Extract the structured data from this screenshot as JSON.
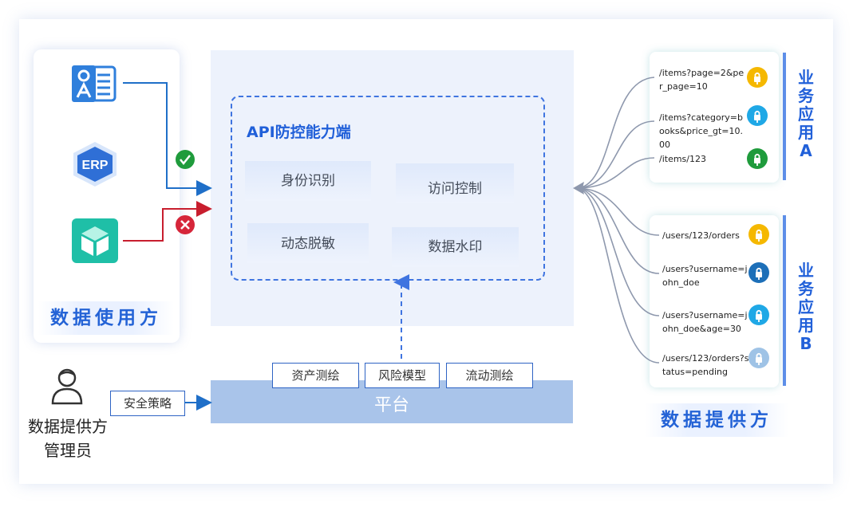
{
  "consumer": {
    "label": "数据使用方",
    "apps": [
      "OA",
      "ERP",
      "cube-app"
    ]
  },
  "center": {
    "title": "API防控能力端",
    "capabilities": [
      "身份识别",
      "访问控制",
      "动态脱敏",
      "数据水印"
    ]
  },
  "platform": {
    "label": "平台",
    "tags": [
      "资产测绘",
      "风险模型",
      "流动测绘"
    ]
  },
  "admin": {
    "policy": "安全策略",
    "label_line1": "数据提供方",
    "label_line2": "管理员"
  },
  "provider": {
    "label": "数据提供方",
    "app_a": {
      "title_chars": [
        "业",
        "务",
        "应",
        "用",
        "A"
      ],
      "endpoints": [
        {
          "text": "/items?page=2&per_page=10",
          "color": "#f5b800"
        },
        {
          "text": "/items?category=books&price_gt=10.00",
          "color": "#1fa8e6"
        },
        {
          "text": "/items/123",
          "color": "#1f9b3c"
        }
      ]
    },
    "app_b": {
      "title_chars": [
        "业",
        "务",
        "应",
        "用",
        "B"
      ],
      "endpoints": [
        {
          "text": "/users/123/orders",
          "color": "#f5b800"
        },
        {
          "text": "/users?username=john_doe",
          "color": "#1d6fb8"
        },
        {
          "text": "/users?username=john_doe&age=30",
          "color": "#1fa8e6"
        },
        {
          "text": "/users/123/orders?status=pending",
          "color": "#9fc3e6"
        }
      ]
    }
  },
  "colors": {
    "allow": "#1f9b3c",
    "deny": "#d6263a",
    "accent": "#2160d9"
  }
}
